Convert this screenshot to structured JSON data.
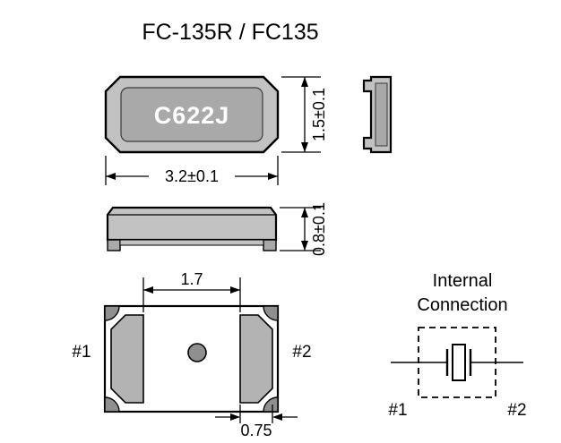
{
  "title": "FC-135R / FC135",
  "top_view": {
    "marking": "C622J"
  },
  "bottom_view": {
    "pin1_label": "#1",
    "pin2_label": "#2"
  },
  "dimensions": {
    "body_length": "3.2±0.1",
    "body_width": "1.5±0.1",
    "body_height": "0.8±0.1",
    "pad_gap": "1.7",
    "pad_width": "0.75"
  },
  "internal_connection": {
    "title_line1": "Internal",
    "title_line2": "Connection",
    "pin1_label": "#1",
    "pin2_label": "#2"
  },
  "colors": {
    "body_gray": "#c2c2c2",
    "inner_gray": "#a9a9a9",
    "pad_gray": "#b3b3b3",
    "castellation_gray": "#8f8f8f",
    "outline_black": "#000000",
    "background": "#ffffff"
  }
}
